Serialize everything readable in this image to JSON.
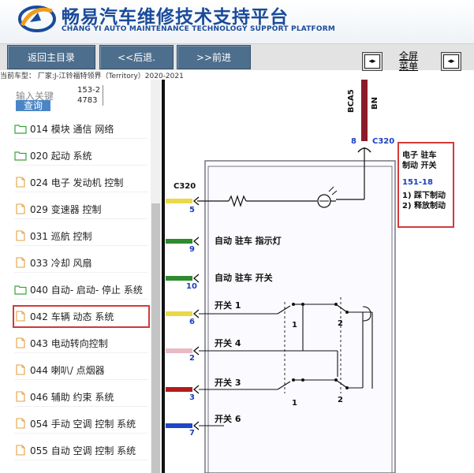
{
  "header": {
    "title_cn": "畅易汽车维修技术支持平台",
    "title_en": "CHANG YI AUTO MAINTENANCE TECHNOLOGY SUPPORT PLATFORM"
  },
  "toolbar": {
    "home_label": "返回主目录",
    "back_label": "<<后退.",
    "forward_label": ">>前进",
    "full_menu_line1": "全屏",
    "full_menu_line2": "菜单"
  },
  "car_info": "当前车型：  厂家:J-江铃福特领界（Territory）2020-2021",
  "search": {
    "label": "输入关键",
    "button": "查询",
    "value": "153-24783"
  },
  "tree": [
    {
      "label": "014 模块 通信 网络",
      "type": "folder"
    },
    {
      "label": "020 起动 系统",
      "type": "folder"
    },
    {
      "label": "024 电子 发动机 控制",
      "type": "doc"
    },
    {
      "label": "029 变速器 控制",
      "type": "doc"
    },
    {
      "label": "031 巡航 控制",
      "type": "doc"
    },
    {
      "label": "033 冷却 风扇",
      "type": "doc"
    },
    {
      "label": "040 自动- 启动- 停止 系统",
      "type": "folder"
    },
    {
      "label": "042 车辆 动态 系统",
      "type": "doc",
      "selected": true
    },
    {
      "label": "043 电动转向控制",
      "type": "doc"
    },
    {
      "label": "044 喇叭/ 点烟器",
      "type": "doc"
    },
    {
      "label": "046 辅助 约束 系统",
      "type": "doc"
    },
    {
      "label": "054 手动 空调 控制 系统",
      "type": "doc"
    },
    {
      "label": "055 自动 空调 控制 系统",
      "type": "doc"
    }
  ],
  "diagram": {
    "wire_top_code": "BCA5",
    "wire_top_color": "BN",
    "pin_8": "8",
    "connector_top": "C320",
    "connector_left": "C320",
    "pin_5": "5",
    "pin_9": "9",
    "pin_10": "10",
    "pin_6": "6",
    "pin_2": "2",
    "pin_3": "3",
    "pin_7": "7",
    "label_indicator": "自动 驻车 指示灯",
    "label_autohold": "自动 驻车 开关",
    "label_sw1": "开关 1",
    "label_sw4": "开关 4",
    "label_sw3": "开关 3",
    "label_sw6": "开关 6",
    "contact_1a": "1",
    "contact_2a": "2",
    "contact_1b": "1",
    "contact_2b": "2",
    "callout_line1": "电子 驻车",
    "callout_line2": "制动 开关",
    "callout_ref": "151-18",
    "callout_item1": "1) 踩下制动",
    "callout_item2": "2) 释放制动"
  },
  "colors": {
    "brand_blue": "#1a4b9a",
    "nav_button": "#4d6e8c",
    "highlight_red": "#d43a3a",
    "wire_brown": "#8b1a2a",
    "wire_yellow": "#e8d84a",
    "wire_green": "#2e8b2e",
    "wire_pink": "#e9b9c4",
    "wire_red": "#b31b1b",
    "wire_blue": "#1f48c8",
    "callout_blue": "#1a3fc0"
  }
}
